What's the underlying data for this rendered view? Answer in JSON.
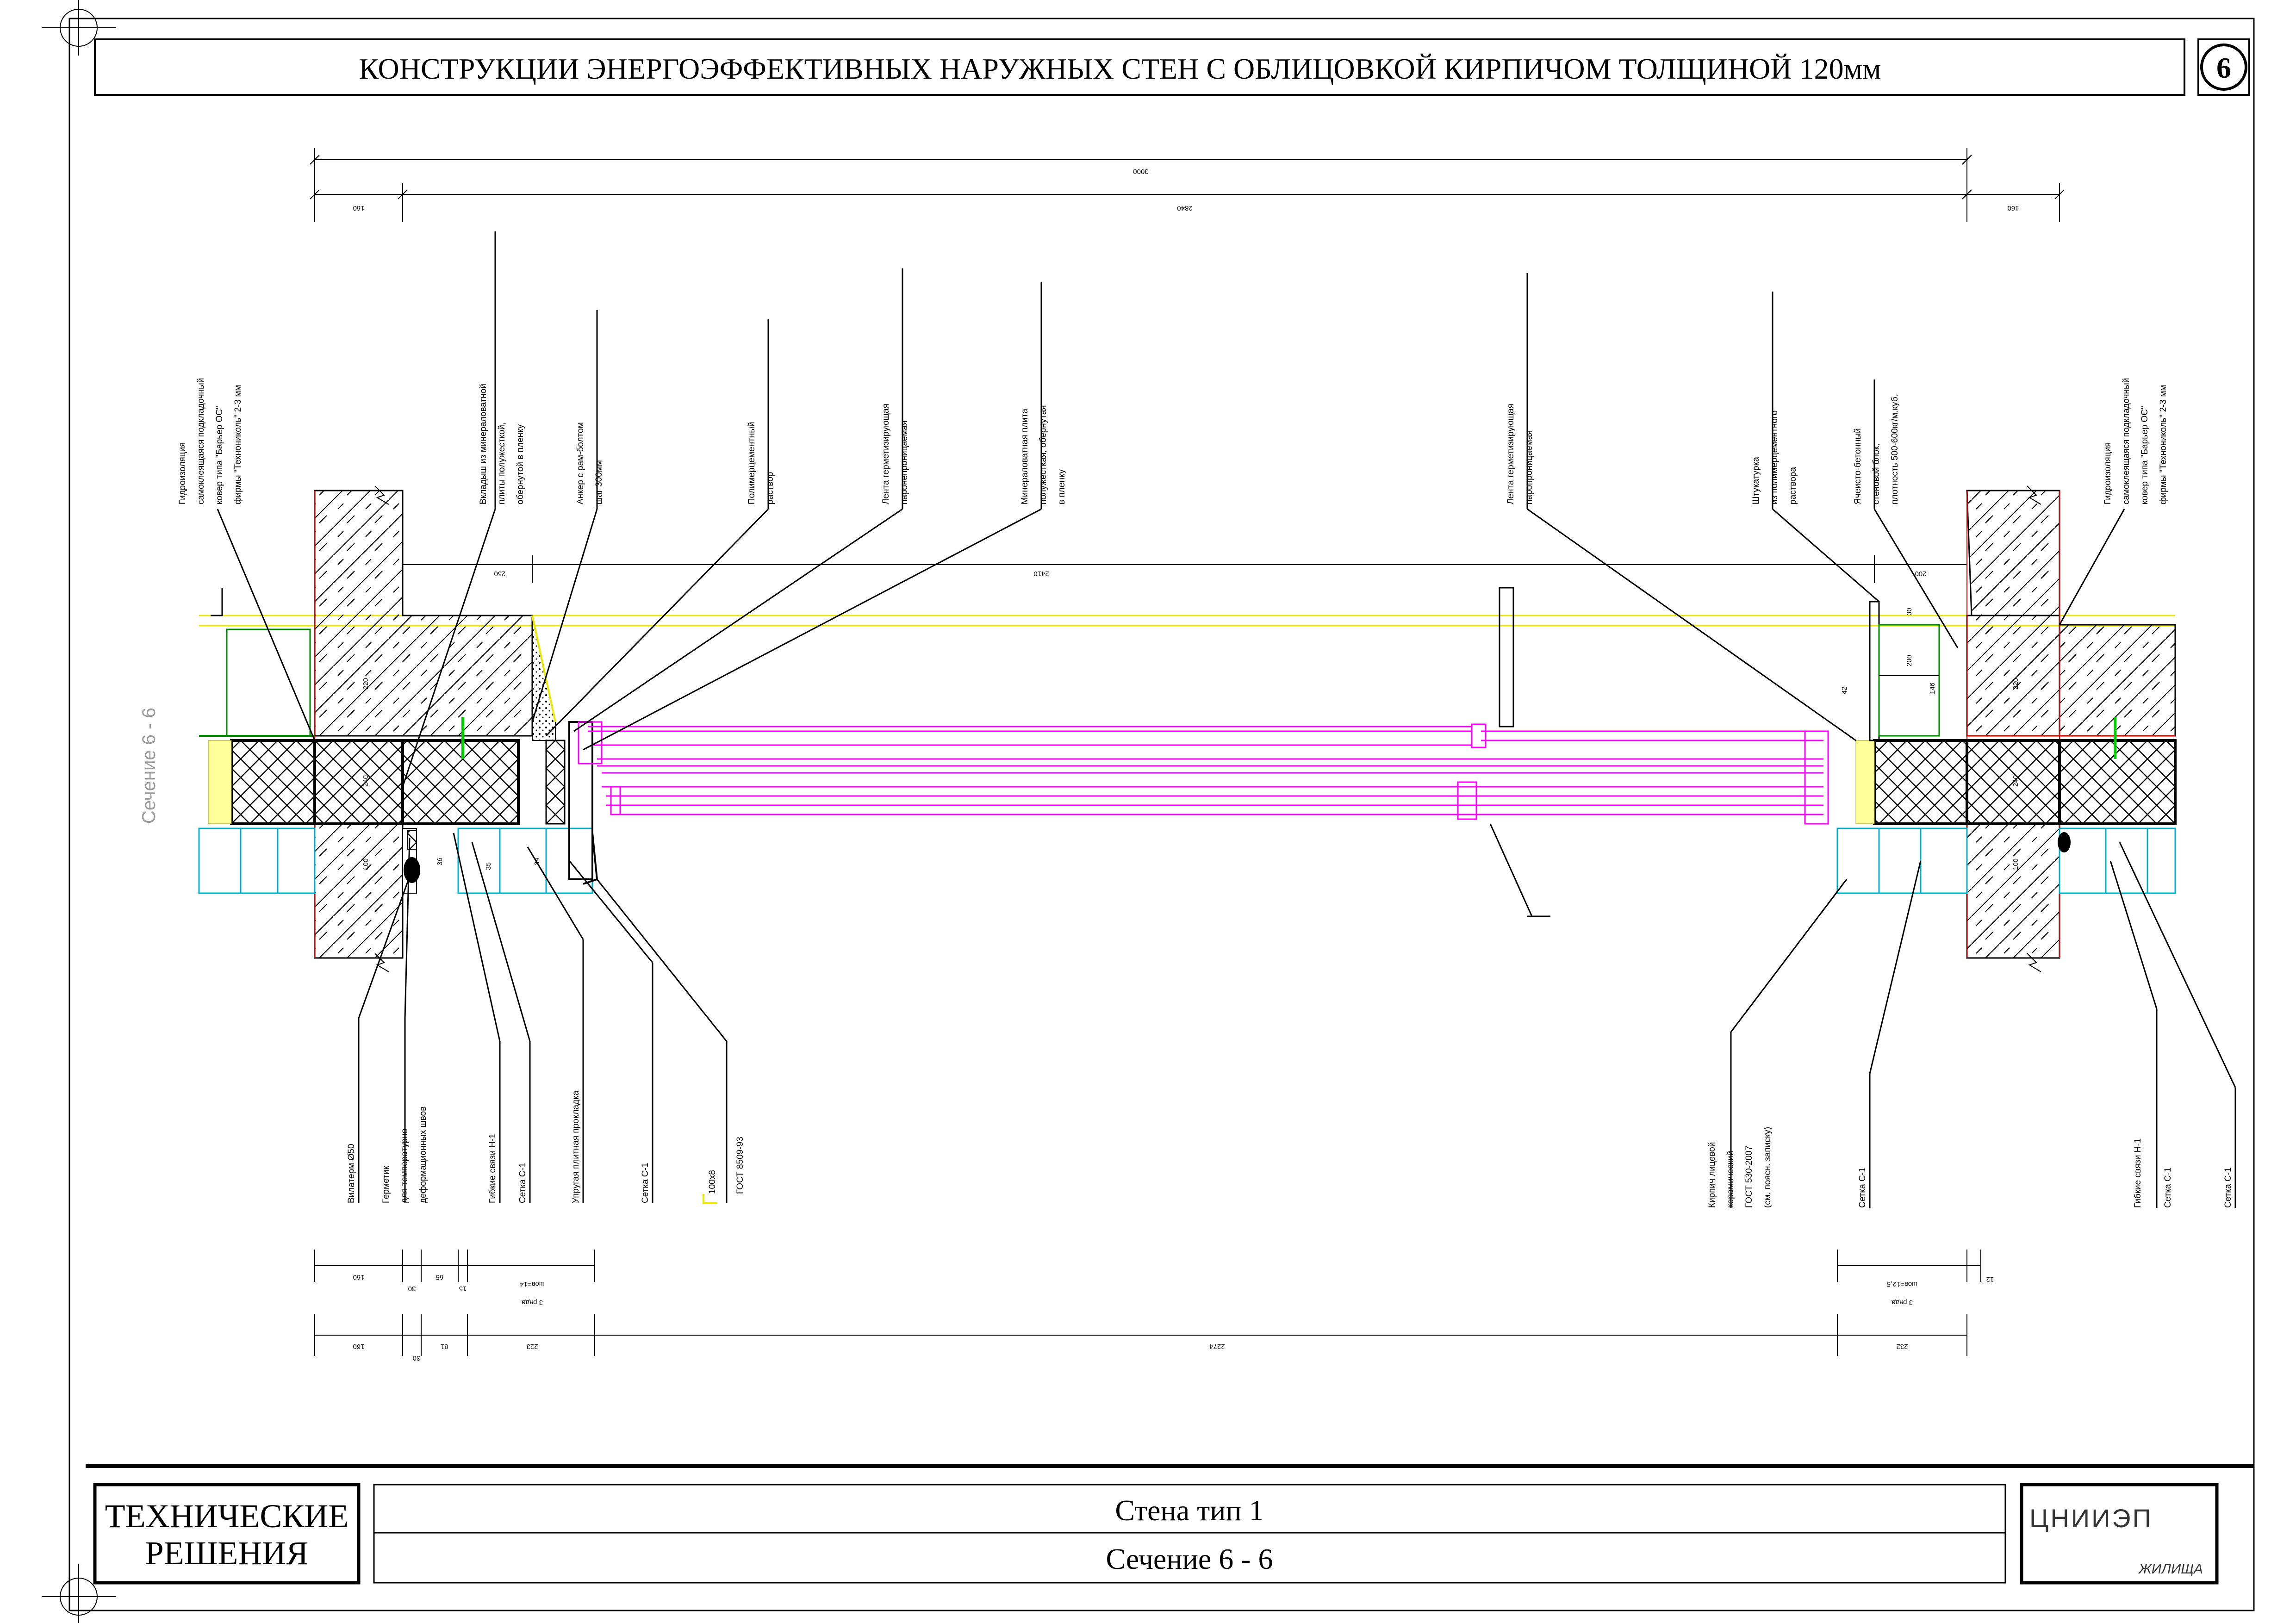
{
  "header": {
    "title": "КОНСТРУКЦИИ ЭНЕРГОЭФФЕКТИВНЫХ НАРУЖНЫХ СТЕН С ОБЛИЦОВКОЙ КИРПИЧОМ ТОЛЩИНОЙ 120мм",
    "sheet_number": "6"
  },
  "section_label": "Сечение 6 - 6",
  "title_block": {
    "left": [
      "ТЕХНИЧЕСКИЕ",
      "РЕШЕНИЯ"
    ],
    "row1": "Стена тип 1",
    "row2": "Сечение 6 - 6",
    "org": "ЦНИИЭП",
    "org_sub": "ЖИЛИЩА"
  },
  "top_dims": {
    "overall": "3000",
    "left": "160",
    "middle": "2840",
    "right": "160",
    "opening_left": "250",
    "opening_mid": "2410",
    "opening_right": "200"
  },
  "top_labels": [
    {
      "lines": [
        "Гидроизоляция",
        "самоклеящаяся подкладочный",
        "ковер типа \"Барьер ОС\"",
        "фирмы \"Технониколь\" 2-3 мм"
      ]
    },
    {
      "lines": [
        "Вкладыш из минераловатной",
        "плиты полужесткой,",
        "обернутой в пленку"
      ]
    },
    {
      "lines": [
        "Анкер с рам-болтом",
        "шаг 300мм"
      ]
    },
    {
      "lines": [
        "Полимерцементный",
        "раствор"
      ]
    },
    {
      "lines": [
        "Лента герметизирующая",
        "паронепроницаемая"
      ]
    },
    {
      "lines": [
        "Минераловатная плита",
        "полужесткая, обернутая",
        "в пленку"
      ]
    },
    {
      "lines": [
        "Лента герметизирующая",
        "паропроницаемая"
      ]
    },
    {
      "lines": [
        "Штукатурка",
        "из полимерцементного",
        "раствора"
      ]
    },
    {
      "lines": [
        "Ячеисто-бетонный",
        "стеновой блок,",
        "плотность 500-600кг/м.куб."
      ]
    },
    {
      "lines": [
        "Гидроизоляция",
        "самоклеящаяся подкладочный",
        "ковер типа \"Барьер ОС\"",
        "фирмы \"Технониколь\" 2-3 мм"
      ]
    }
  ],
  "bottom_labels_left": [
    {
      "lines": [
        "Вилатерм Ø50"
      ]
    },
    {
      "lines": [
        "Герметик",
        "для температурно-",
        "деформационных швов"
      ]
    },
    {
      "lines": [
        "Гибкие связи Н-1"
      ]
    },
    {
      "lines": [
        "Сетка С-1"
      ]
    },
    {
      "lines": [
        "Упругая плитная прокладка"
      ]
    },
    {
      "lines": [
        "Сетка С-1"
      ]
    },
    {
      "lines": [
        "100х8",
        "ГОСТ 8509-93"
      ]
    }
  ],
  "bottom_labels_right": [
    {
      "lines": [
        "Кирпич лицевой",
        "керамический",
        "ГОСТ 530-2007",
        "(см. поясн. записку)"
      ]
    },
    {
      "lines": [
        "Сетка С-1"
      ]
    },
    {
      "lines": [
        "Гибкие связи Н-1"
      ]
    },
    {
      "lines": [
        "Сетка С-1"
      ]
    },
    {
      "lines": [
        "Сетка С-1"
      ]
    }
  ],
  "bottom_dims_row1": {
    "a": "160",
    "b": "30",
    "c": "65",
    "d": "15",
    "rows": "3 ряда",
    "step": "шов=14",
    "r_rows": "3 ряда",
    "r_step": "шов=12,5",
    "r_a": "12"
  },
  "bottom_dims_row2": {
    "a": "160",
    "b": "30",
    "c": "81",
    "d": "223",
    "mid": "2274",
    "right": "232"
  },
  "inner_dims": {
    "h1": "220",
    "h2": "240",
    "h3": "100",
    "r_h1": "220",
    "r_h2": "240",
    "r_h3": "100",
    "w1": "36",
    "w2": "35",
    "w3": "34",
    "r_w1": "30",
    "r_w2": "200",
    "r_w3": "146",
    "r_w4": "42"
  }
}
